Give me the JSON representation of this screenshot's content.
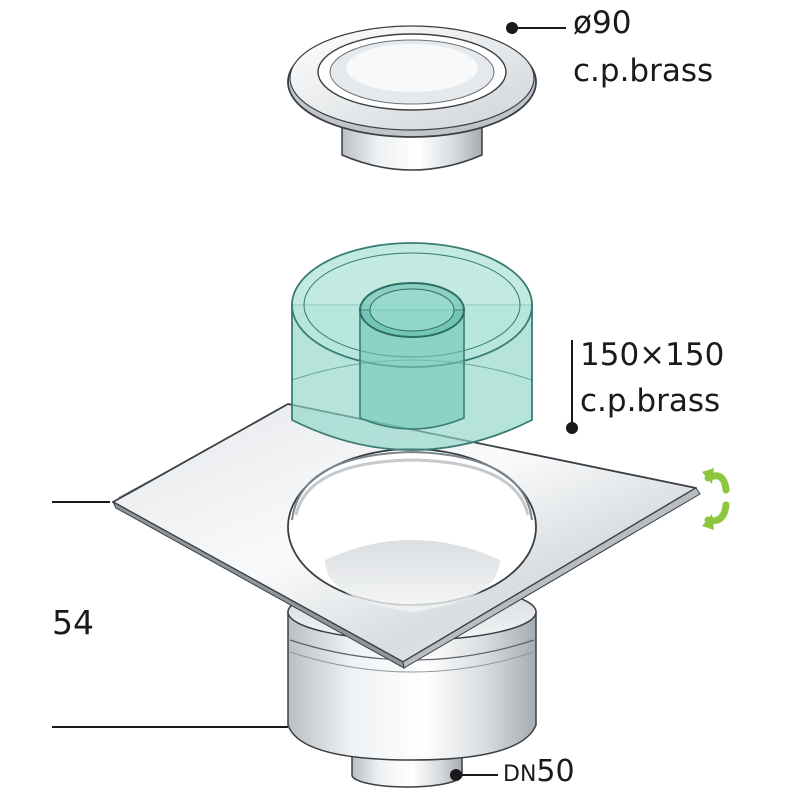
{
  "labels": {
    "cap_size": "ø90",
    "cap_material": "c.p.brass",
    "plate_size": "150×150",
    "plate_material": "c.p.brass",
    "height": "54",
    "dn_prefix": "DN",
    "dn_value": "50"
  },
  "icons": {
    "rotate": "rotate-arrows-icon"
  },
  "colors": {
    "metal_light": "#f2f4f5",
    "metal_mid": "#c9ced2",
    "metal_dark": "#8f969c",
    "outline": "#3a3f44",
    "seal_fill": "#8fd6c8",
    "seal_stroke": "#3a7d74",
    "arrow_green": "#8ec63f",
    "text": "#1a1a1a"
  }
}
